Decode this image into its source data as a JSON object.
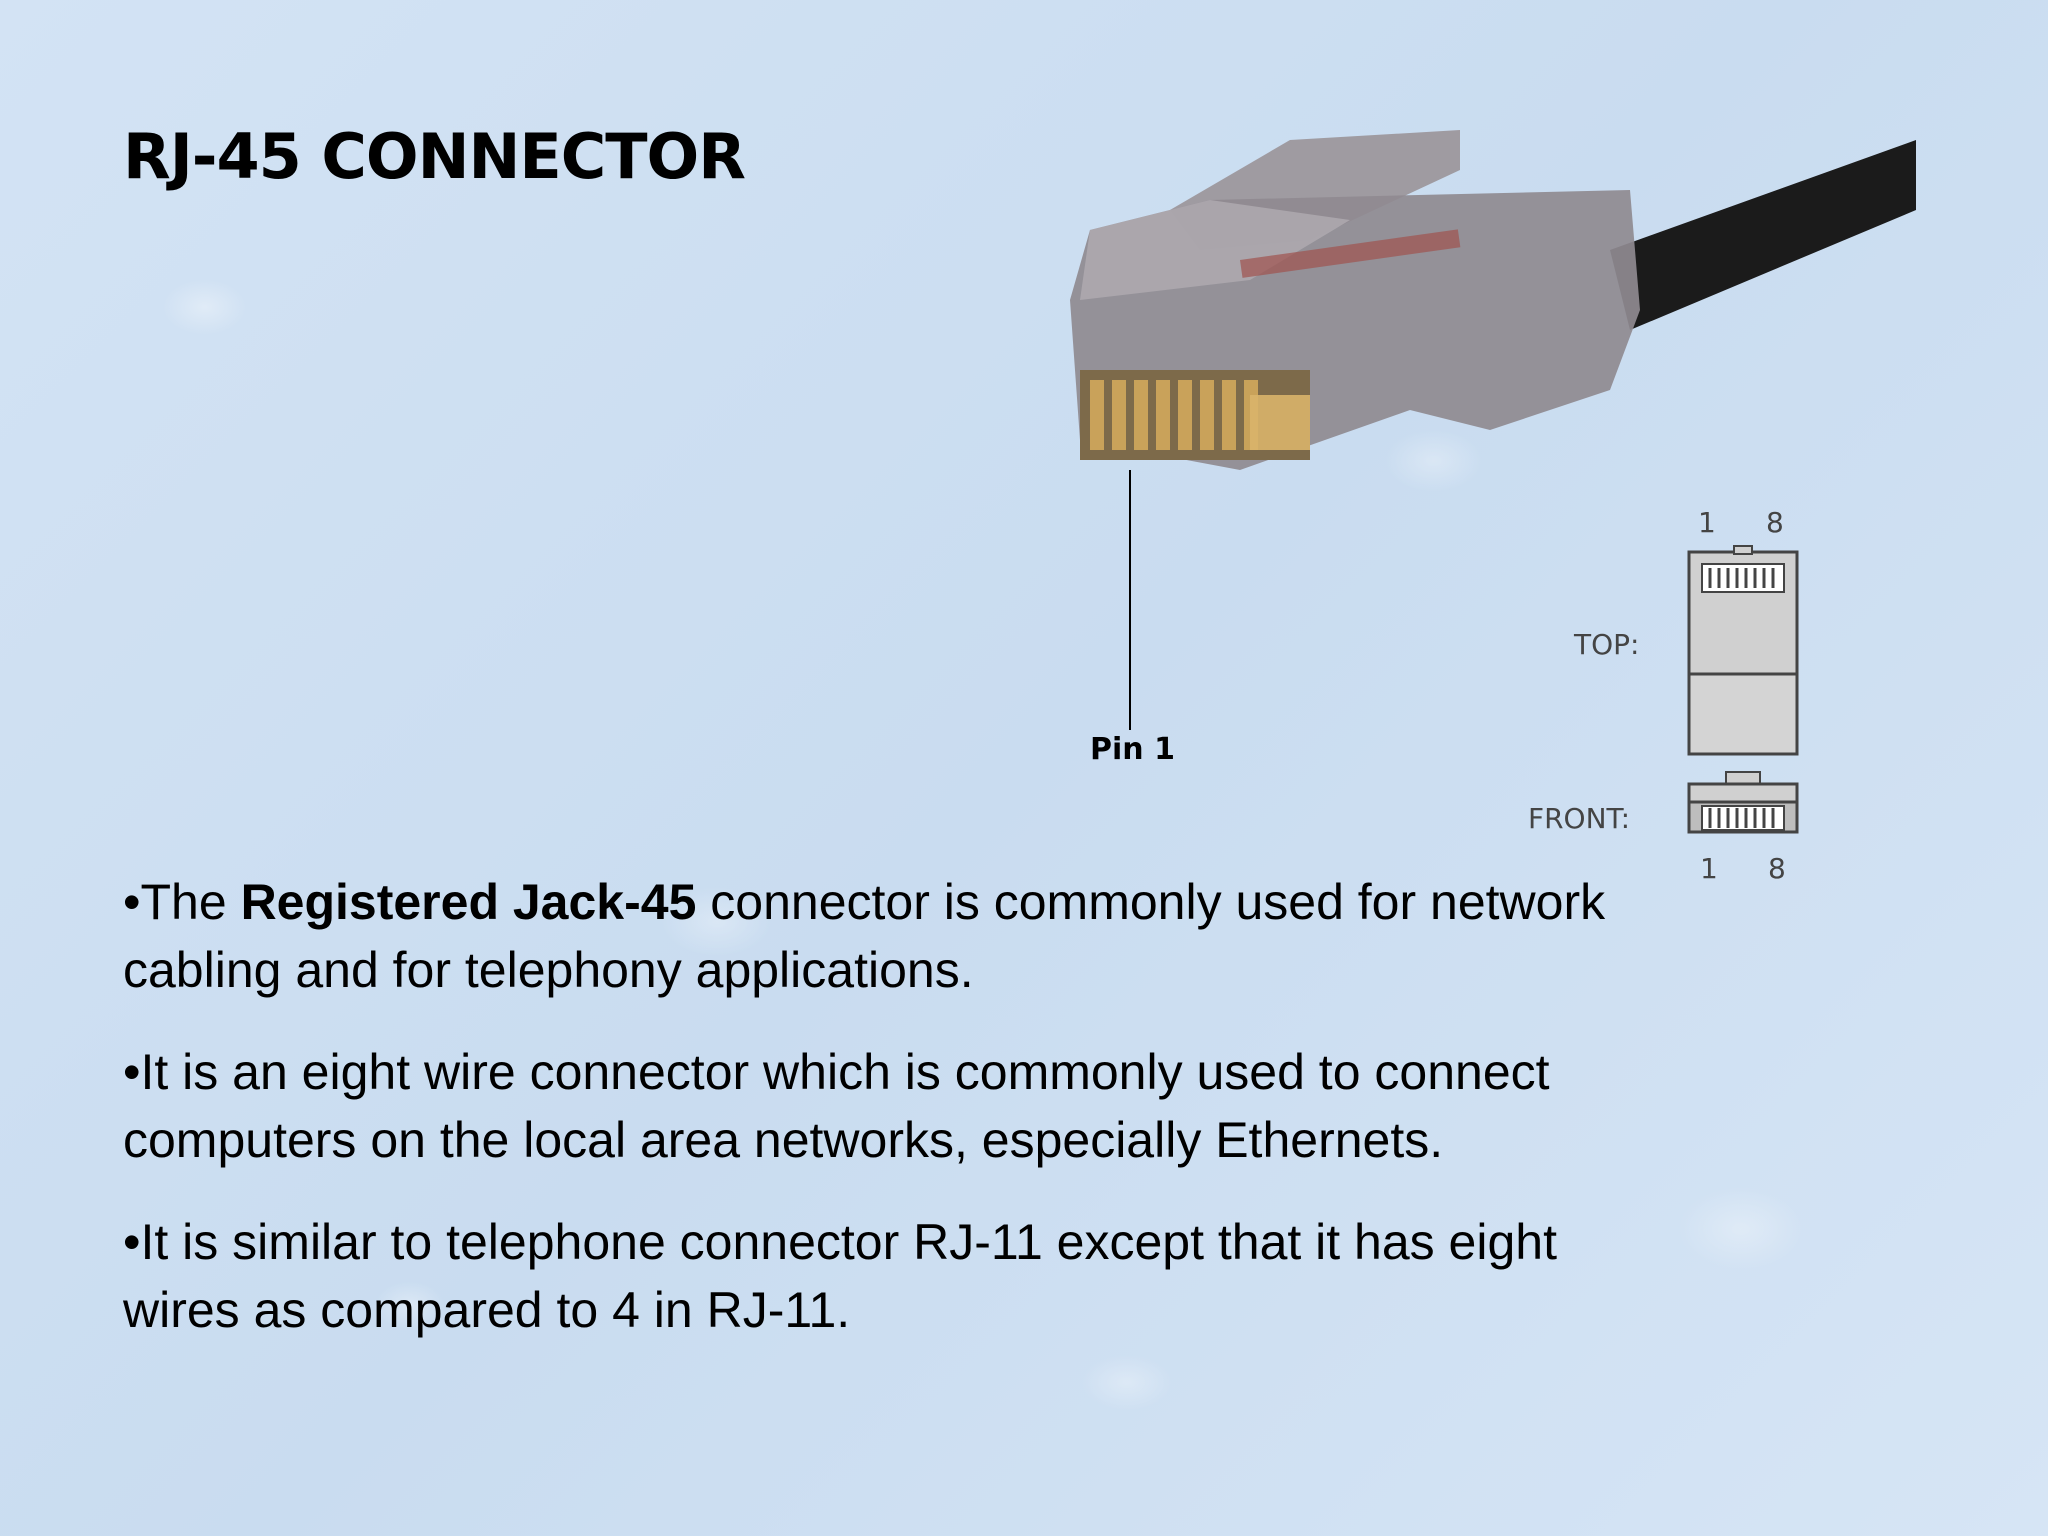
{
  "slide": {
    "title": "RJ-45 CONNECTOR"
  },
  "figure": {
    "pin_label": "Pin 1",
    "diagram": {
      "top_label": "TOP:",
      "front_label": "FRONT:",
      "top_pin_first": "1",
      "top_pin_last": "8",
      "front_pin_first": "1",
      "front_pin_last": "8"
    }
  },
  "bullets": [
    {
      "prefix": "•The ",
      "bold": "Registered Jack-45",
      "suffix": " connector is commonly used for network cabling and for telephony applications."
    },
    {
      "prefix": "•It is an eight wire connector which is commonly used to connect computers on the local area networks, especially Ethernets.",
      "bold": "",
      "suffix": ""
    },
    {
      "prefix": "•It is similar to telephone connector RJ-11 except that it has eight wires as compared to 4 in RJ-11.",
      "bold": "",
      "suffix": ""
    }
  ]
}
